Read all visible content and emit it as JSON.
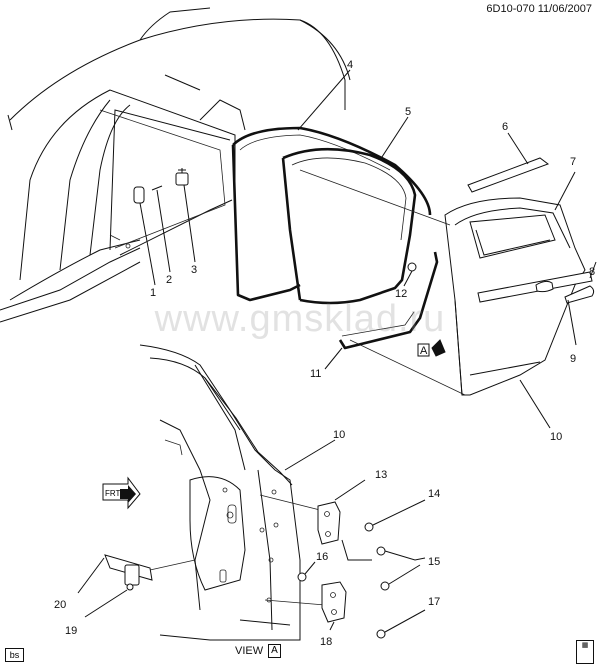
{
  "header": {
    "code": "6D10-070 11/06/2007"
  },
  "watermark": "www.gmsklad.ru",
  "view": {
    "label": "VIEW",
    "letter": "A"
  },
  "arrow_label": "A",
  "badge": "bs",
  "fwd_icon": "FRT",
  "callouts": {
    "c1": "1",
    "c2": "2",
    "c3": "3",
    "c4": "4",
    "c5": "5",
    "c6": "6",
    "c7": "7",
    "c8": "8",
    "c9": "9",
    "c10a": "10",
    "c10b": "10",
    "c11": "11",
    "c12": "12",
    "c13": "13",
    "c14": "14",
    "c15": "15",
    "c16": "16",
    "c17": "17",
    "c18": "18",
    "c19": "19",
    "c20": "20"
  }
}
